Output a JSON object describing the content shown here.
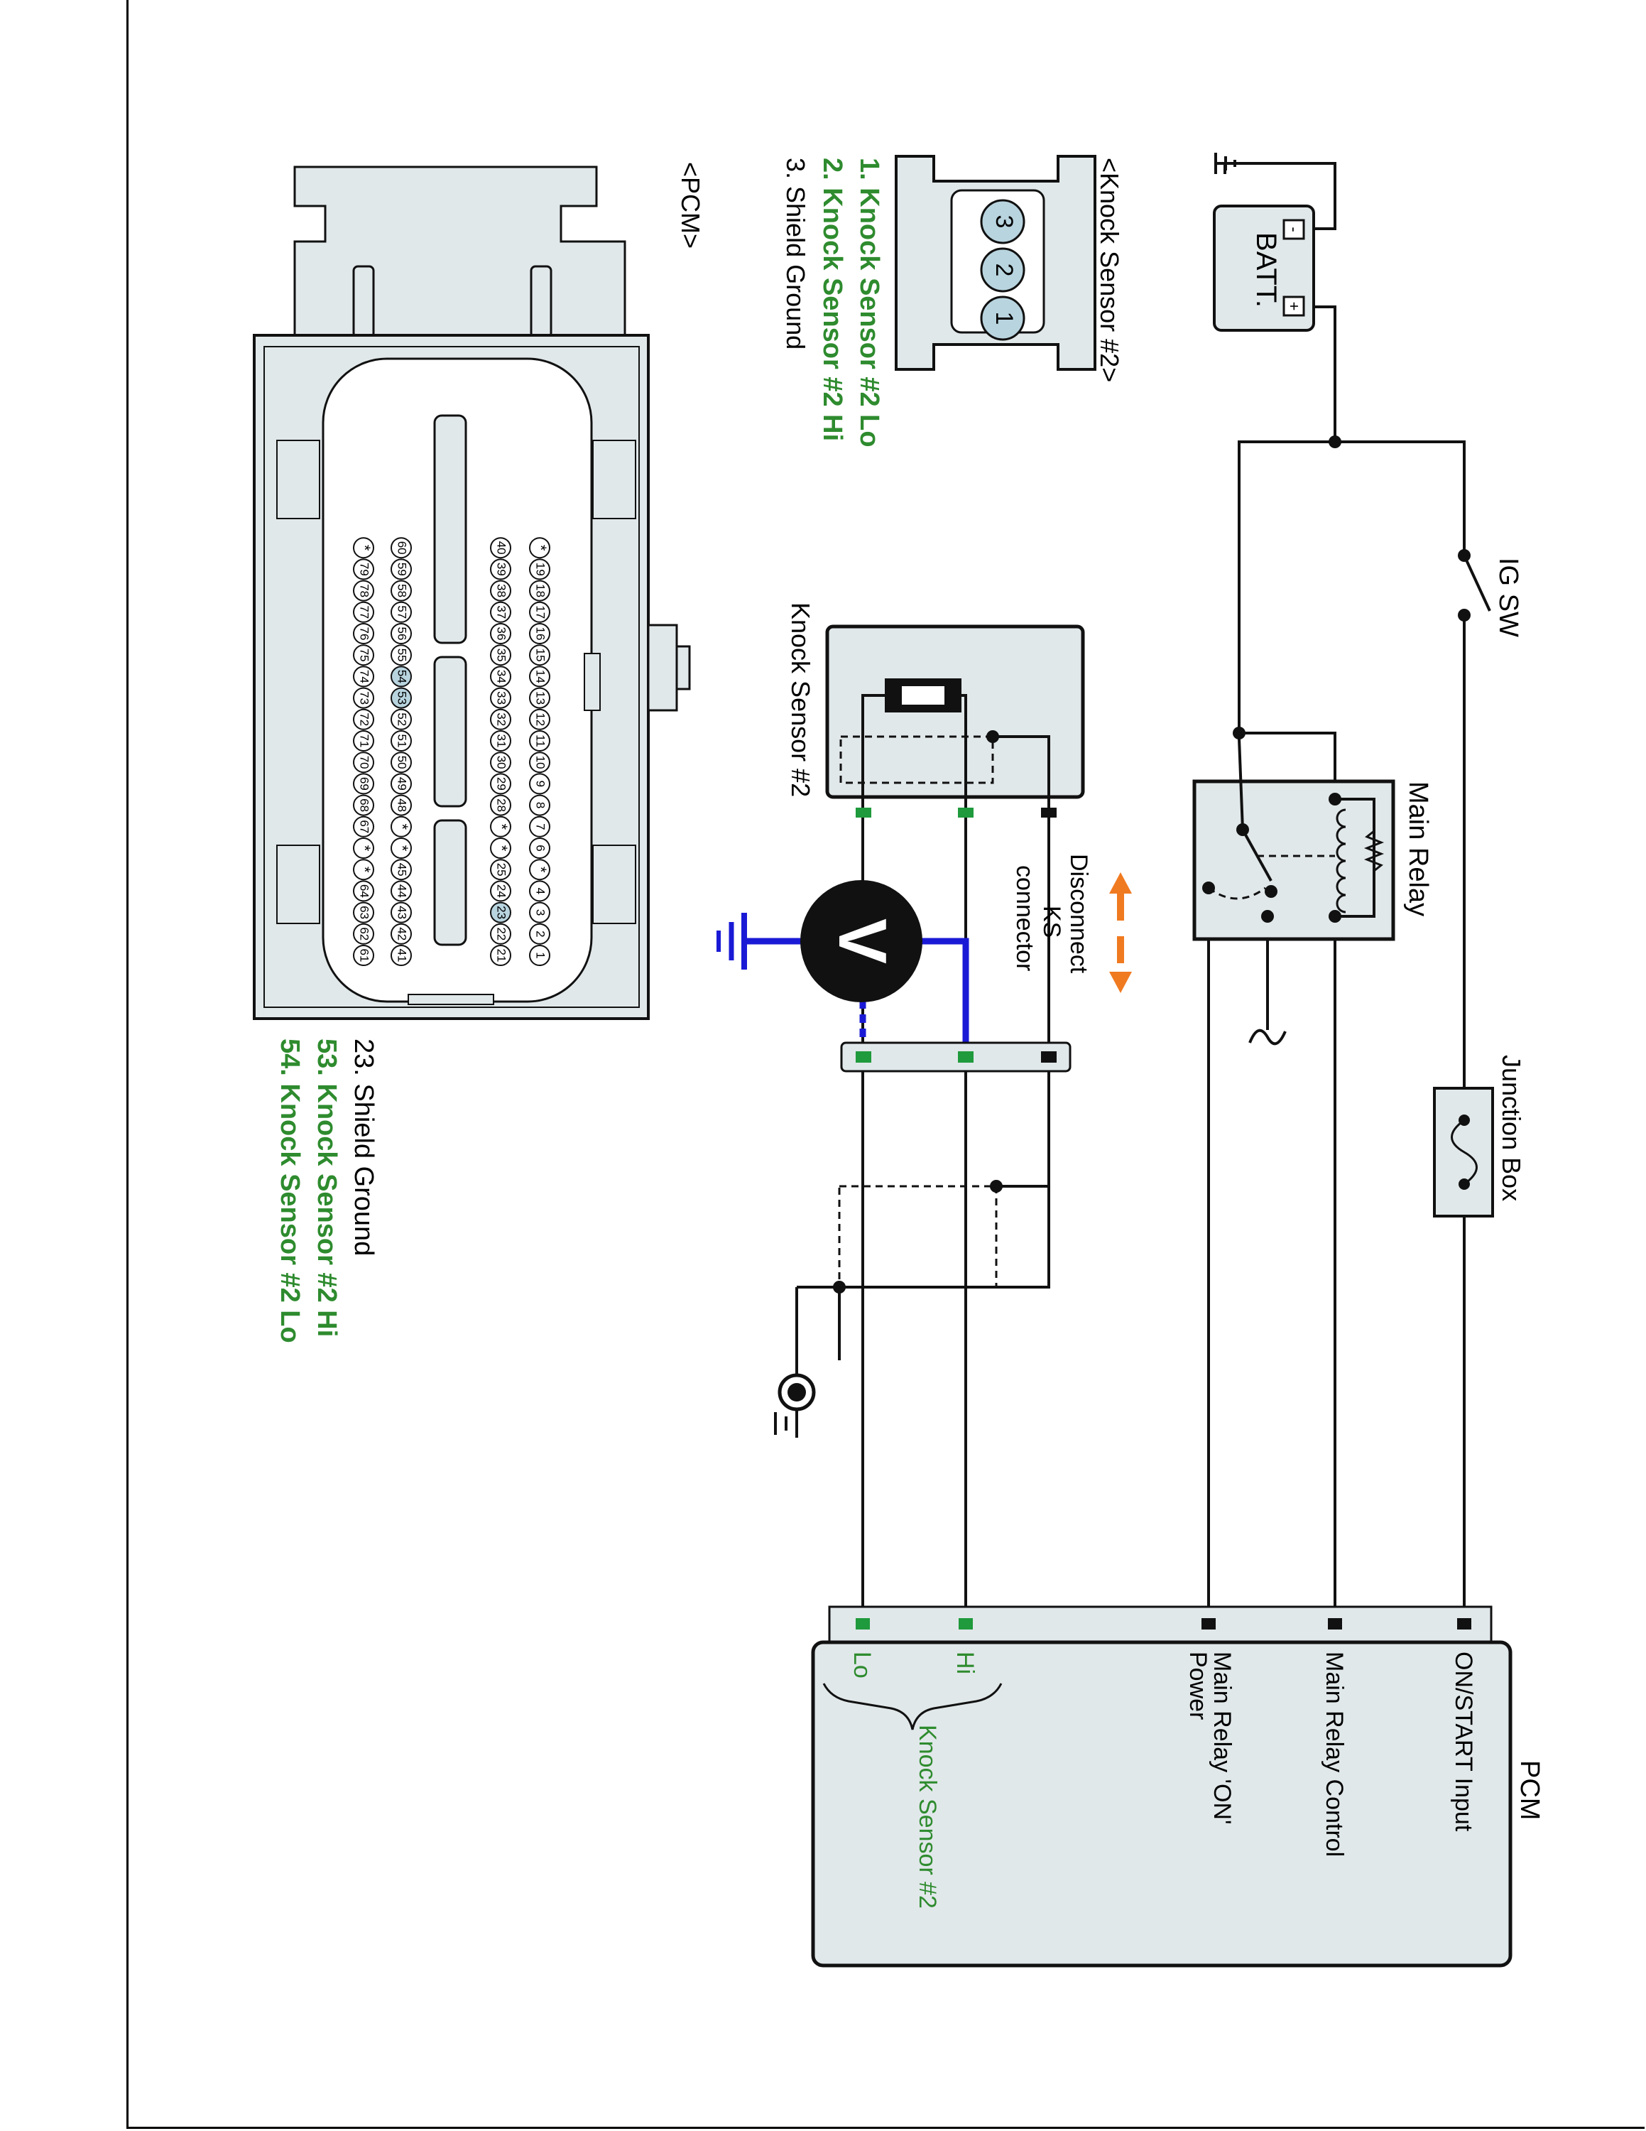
{
  "colors": {
    "wire": "#111111",
    "green_text": "#2e8b2e",
    "meter_lead": "#1a1ad6",
    "arrow": "#f07a20",
    "connector_fill": "#e1e8ea",
    "pin_highlight": "#b8d4df",
    "green_pin": "#1f9a3c"
  },
  "battery": {
    "label": "BATT.",
    "plus": "+",
    "minus": "-"
  },
  "ig_sw": {
    "label": "IG SW"
  },
  "main_relay": {
    "label": "Main Relay"
  },
  "junction_box": {
    "label": "Junction Box"
  },
  "disconnect_note": {
    "line1": "Disconnect",
    "line2": "KS",
    "line3": "connector"
  },
  "meter": {
    "symbol": "V"
  },
  "knock_sensor_component": {
    "label": "Knock Sensor #2"
  },
  "knock_sensor_connector": {
    "title": "<Knock Sensor #2>",
    "pins": [
      "1",
      "2",
      "3"
    ],
    "legend": [
      {
        "text": "1. Knock Sensor #2 Lo",
        "color": "green"
      },
      {
        "text": "2. Knock Sensor #2 Hi",
        "color": "green"
      },
      {
        "text": "3. Shield Ground",
        "color": "black"
      }
    ]
  },
  "pcm_connector": {
    "title": "<PCM>",
    "row1": [
      "1",
      "2",
      "3",
      "4",
      "*",
      "6",
      "7",
      "8",
      "9",
      "10",
      "11",
      "12",
      "13",
      "14",
      "15",
      "16",
      "17",
      "18",
      "19",
      "*"
    ],
    "row2": [
      "21",
      "22",
      "23",
      "24",
      "25",
      "*",
      "*",
      "28",
      "29",
      "30",
      "31",
      "32",
      "33",
      "34",
      "35",
      "36",
      "37",
      "38",
      "39",
      "40"
    ],
    "row3": [
      "41",
      "42",
      "43",
      "44",
      "45",
      "*",
      "*",
      "48",
      "49",
      "50",
      "51",
      "52",
      "53",
      "54",
      "55",
      "56",
      "57",
      "58",
      "59",
      "60"
    ],
    "row4": [
      "61",
      "62",
      "63",
      "64",
      "*",
      "*",
      "67",
      "68",
      "69",
      "70",
      "71",
      "72",
      "73",
      "74",
      "75",
      "76",
      "77",
      "78",
      "79",
      "*"
    ],
    "highlighted": [
      "23",
      "53",
      "54"
    ],
    "legend": [
      {
        "text": "23. Shield Ground",
        "color": "black"
      },
      {
        "text": "53. Knock Sensor #2 Hi",
        "color": "green"
      },
      {
        "text": "54. Knock Sensor #2 Lo",
        "color": "green"
      }
    ]
  },
  "pcm_module": {
    "title": "PCM",
    "terminals": [
      {
        "label": "ON/START Input",
        "color": "black"
      },
      {
        "label": "Main Relay Control",
        "color": "black"
      },
      {
        "label": "Main Relay 'ON'",
        "label2": "Power",
        "color": "black"
      },
      {
        "label": "Hi",
        "color": "green"
      },
      {
        "label": "Lo",
        "color": "green"
      }
    ],
    "group_label": "Knock Sensor #2"
  }
}
